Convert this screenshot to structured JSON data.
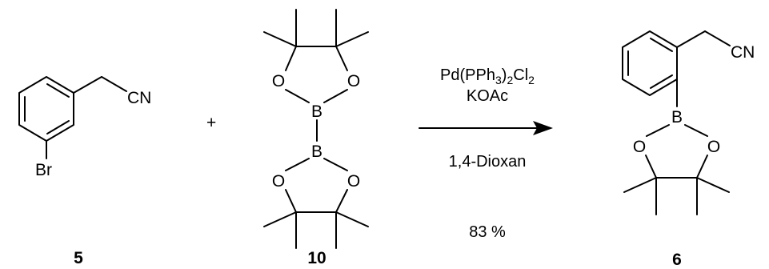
{
  "reactant_1": {
    "number": "5",
    "atoms": {
      "nitrile": "CN",
      "bromine": "Br"
    }
  },
  "plus_sign": "+",
  "reagent": {
    "number": "10",
    "atoms": {
      "oxygen": "O",
      "boron": "B"
    }
  },
  "conditions": {
    "catalyst": {
      "a": "Pd(PPh",
      "b": "3",
      "c": ")",
      "d": "2",
      "e": "Cl",
      "f": "2"
    },
    "base": "KOAc",
    "solvent": "1,4-Dioxan",
    "yield": "83 %"
  },
  "product": {
    "number": "6",
    "atoms": {
      "nitrile": "CN",
      "oxygen": "O",
      "boron": "B"
    }
  }
}
